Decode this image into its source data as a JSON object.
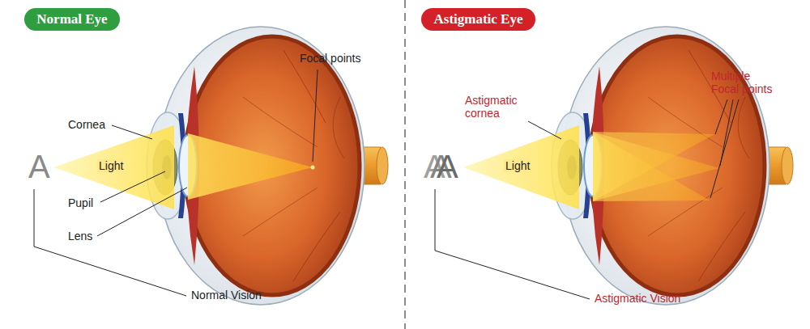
{
  "diagram": {
    "nodes": [
      {
        "text": [
          "Normal Eye"
        ]
      },
      {
        "text": [
          "Astigmatic Eye"
        ]
      }
    ],
    "labels": [
      "Cornea",
      "Light",
      "Pupil",
      "Lens",
      "Focal points",
      "A",
      "Normal Vision",
      "Astigmatic cornea",
      "Light",
      "Multiple Focal points",
      "A",
      "A",
      "A",
      "Astigmatic Vision"
    ]
  }
}
